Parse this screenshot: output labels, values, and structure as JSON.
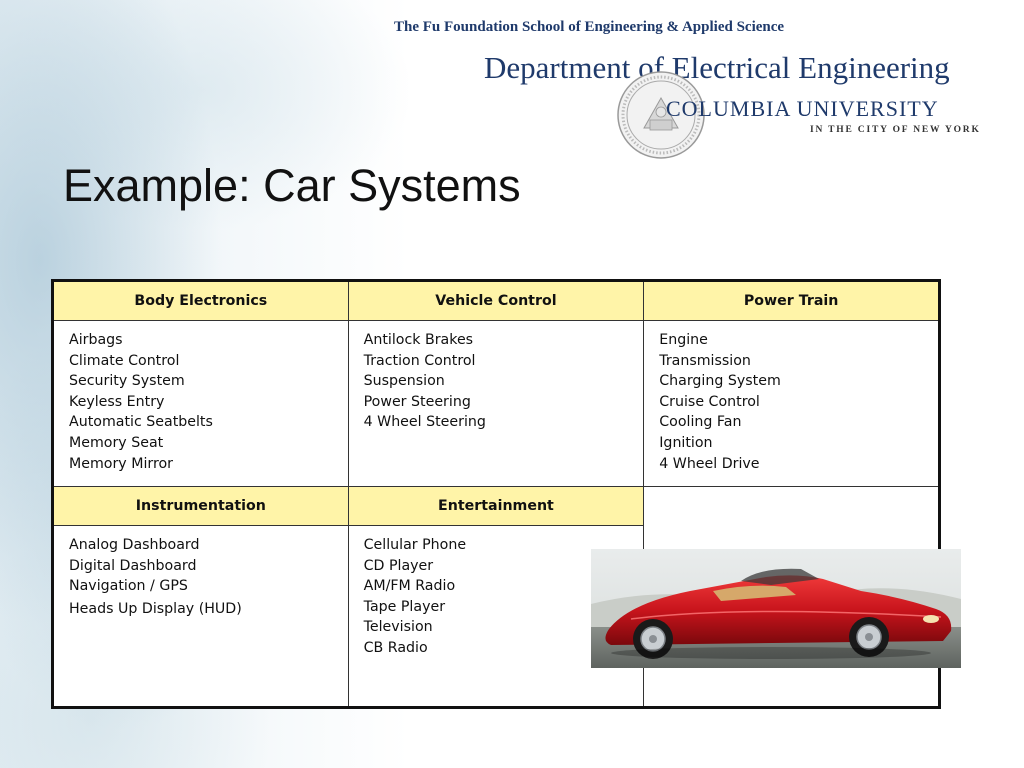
{
  "header": {
    "school": "The Fu Foundation School of Engineering & Applied Science",
    "department": "Department of Electrical Engineering",
    "university": "COLUMBIA UNIVERSITY",
    "city": "IN THE CITY OF NEW YORK"
  },
  "slide": {
    "title": "Example: Car Systems"
  },
  "table": {
    "row1_headers": [
      "Body Electronics",
      "Vehicle Control",
      "Power Train"
    ],
    "body_electronics": [
      "Airbags",
      "Climate Control",
      "Security System",
      "Keyless Entry",
      "Automatic Seatbelts",
      "Memory Seat",
      "Memory Mirror"
    ],
    "vehicle_control": [
      "Antilock Brakes",
      "Traction Control",
      "Suspension",
      "Power Steering",
      "4 Wheel Steering"
    ],
    "power_train": [
      "Engine",
      "Transmission",
      "Charging System",
      "Cruise Control",
      "Cooling Fan",
      "Ignition",
      "4 Wheel Drive"
    ],
    "row2_headers": [
      "Instrumentation",
      "Entertainment"
    ],
    "instrumentation": [
      "Analog Dashboard",
      "Digital Dashboard",
      "Navigation / GPS",
      "Heads Up Display (HUD)"
    ],
    "entertainment": [
      "Cellular Phone",
      "CD Player",
      "AM/FM Radio",
      "Tape Player",
      "Television",
      "CB Radio"
    ]
  },
  "colors": {
    "header_fill": "#fff4a8",
    "header_text": "#1f3a6b",
    "car_red": "#c8141c"
  },
  "images": {
    "seal": "columbia-university-seal",
    "car": "red-convertible-sports-car"
  }
}
